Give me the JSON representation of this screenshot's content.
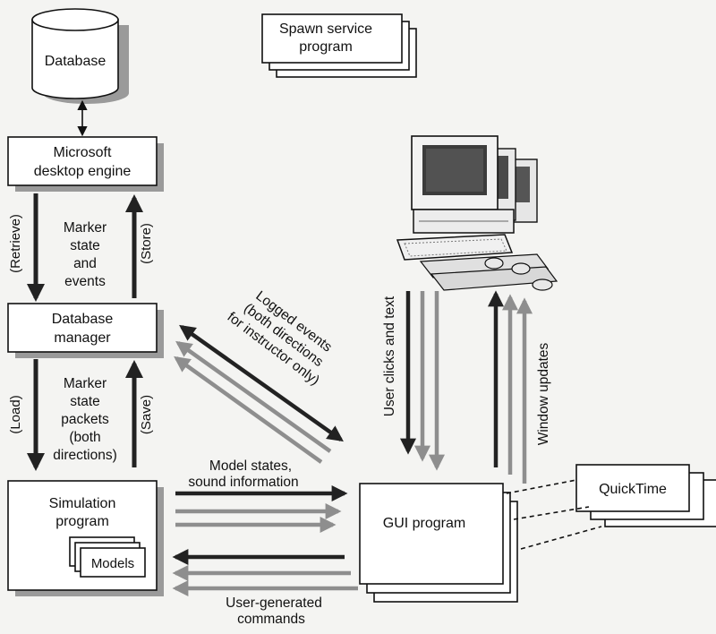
{
  "nodes": {
    "database": "Database",
    "spawn_service": [
      "Spawn service",
      "program"
    ],
    "desktop_engine": [
      "Microsoft",
      "desktop engine"
    ],
    "database_manager": [
      "Database",
      "manager"
    ],
    "simulation_program": [
      "Simulation",
      "program"
    ],
    "models": "Models",
    "gui_program": "GUI program",
    "quicktime": "QuickTime"
  },
  "edges": {
    "retrieve": "(Retrieve)",
    "store": "(Store)",
    "marker_state_events": [
      "Marker",
      "state",
      "and",
      "events"
    ],
    "load": "(Load)",
    "save": "(Save)",
    "marker_state_packets": [
      "Marker",
      "state",
      "packets",
      "(both",
      "directions)"
    ],
    "logged_events": [
      "Logged events",
      "(both directions",
      "for instructor only)"
    ],
    "model_states": [
      "Model states,",
      "sound information"
    ],
    "user_commands": [
      "User-generated",
      "commands"
    ],
    "user_clicks": "User clicks and text",
    "window_updates": "Window updates"
  }
}
